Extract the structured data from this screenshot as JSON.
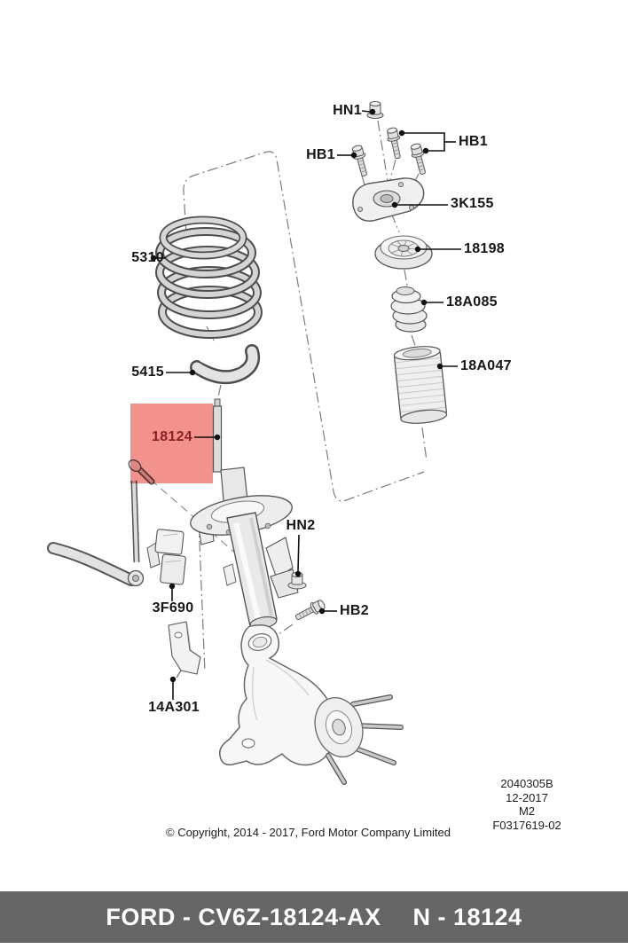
{
  "colors": {
    "highlight_fill": "#f2928d",
    "highlight_label": "#8b2025",
    "footer_bg": "#676667",
    "footer_text": "#ffffff"
  },
  "callouts": {
    "hn1": "HN1",
    "hb1_left": "HB1",
    "hb1_right": "HB1",
    "k3155": "3K155",
    "p18198": "18198",
    "p18a085": "18A085",
    "p18a047": "18A047",
    "p5310": "5310",
    "p5415": "5415",
    "p18124": "18124",
    "hn2": "HN2",
    "hb2": "HB2",
    "p3f690": "3F690",
    "p14a301": "14A301"
  },
  "notes": {
    "copyright": "© Copyright, 2014 - 2017, Ford Motor Company Limited",
    "doc_lines": [
      "2040305B",
      "12-2017",
      "M2",
      "F0317619-02"
    ]
  },
  "footer": {
    "assembly": "FORD - CV6Z-18124-AX",
    "part": "N - 18124"
  }
}
